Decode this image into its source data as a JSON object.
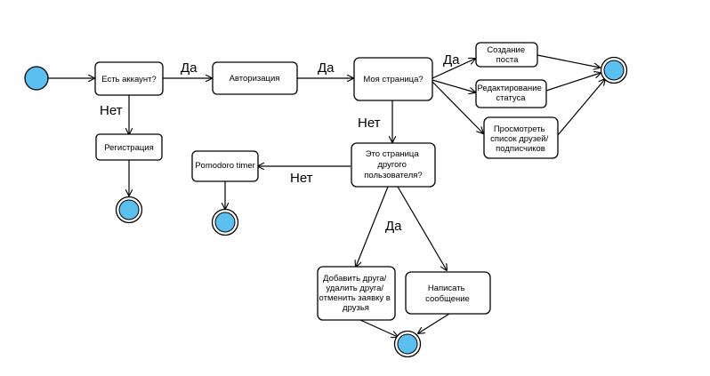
{
  "colors": {
    "terminal_fill": "#5bc0f0",
    "stroke": "#000000",
    "background": "#ffffff"
  },
  "nodes": {
    "has_account": [
      "Есть аккаунт?"
    ],
    "authorization": [
      "Авторизация"
    ],
    "my_page": [
      "Моя страница?"
    ],
    "create_post": [
      "Создание",
      "поста"
    ],
    "edit_status": [
      "Редактирование",
      "статуса"
    ],
    "view_friends": [
      "Просмотреть",
      "список друзей/",
      "подписчиков"
    ],
    "registration": [
      "Регистрация"
    ],
    "other_user_page": [
      "Это страница",
      "другого",
      "пользователя?"
    ],
    "pomodoro": [
      "Pomodoro timer"
    ],
    "add_friend": [
      "Добавить друга/",
      "удалить друга/",
      "отменить заявку в",
      "друзья"
    ],
    "send_message": [
      "Написать",
      "сообщение"
    ]
  },
  "edge_labels": {
    "yes_account": "Да",
    "yes_auth": "Да",
    "yes_my_page": "Да",
    "no_account": "Нет",
    "no_my_page": "Нет",
    "no_other_page": "Нет",
    "yes_other_page": "Да"
  }
}
